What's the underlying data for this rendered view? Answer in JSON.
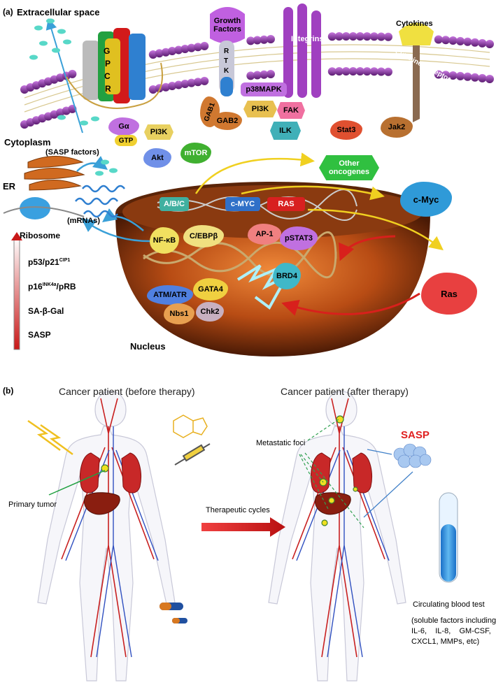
{
  "panel_a": {
    "tag": "(a)",
    "extracellular": "Extracellular space",
    "cytoplasm": "Cytoplasm",
    "nucleus": "Nucleus",
    "er": "ER",
    "ribosome": "Ribosome",
    "sasp_factors": "(SASP factors)",
    "mrnas": "(mRNAs)",
    "gpcr_letters": [
      "G",
      "P",
      "C",
      "R"
    ],
    "rtk_letters": [
      "R",
      "T",
      "K"
    ],
    "growth_factors": "Growth Factors",
    "integrins": "Integrins",
    "cytokines": "Cytokines",
    "cytokine_receptor": "Cytokine Receptor",
    "proteins": {
      "galpha": "Gα",
      "gtp": "GTP",
      "pi3k_left": "PI3K",
      "akt": "Akt",
      "mtor": "mTOR",
      "gab1": "GAB1",
      "gab2": "GAB2",
      "p38mapk": "p38MAPK",
      "pi3k_mid": "PI3K",
      "fak": "FAK",
      "ilk": "ILK",
      "stat3": "Stat3",
      "jak2": "Jak2",
      "other_oncogenes": "Other oncogenes",
      "cmyc_out": "c-Myc",
      "ras_out": "Ras",
      "abc": "A/B/C",
      "cmyc_dna": "c-MYC",
      "ras_dna": "RAS",
      "nfkb": "NF-κB",
      "cebpb": "C/EBPβ",
      "ap1": "AP-1",
      "pstat3": "pSTAT3",
      "brd4": "BRD4",
      "atm_atr": "ATM/ATR",
      "gata4": "GATA4",
      "nbs1": "Nbs1",
      "chk2": "Chk2"
    },
    "markers": {
      "p53": "p53/p21",
      "p53_sup": "CIP1",
      "p16": "p16",
      "p16_sup": "INK4a",
      "p16_rest": "/pRB",
      "sabgal": "SA-β-Gal",
      "sasp": "SASP"
    }
  },
  "panel_b": {
    "tag": "(b)",
    "before": "Cancer patient (before therapy)",
    "after": "Cancer patient (after therapy)",
    "primary_tumor": "Primary tumor",
    "therapeutic_cycles": "Therapeutic cycles",
    "metastatic_foci": "Metastatic foci",
    "sasp": "SASP",
    "blood_test": "Circulating blood test",
    "soluble_line1": "(soluble factors including",
    "soluble_line2": "IL-6,    IL-8,    GM-CSF,",
    "soluble_line3": "CXCL1, MMPs, etc)"
  },
  "colors": {
    "membrane": "#7a2a8c",
    "membrane_tail": "#c9b070",
    "nucleus": "#b8501a",
    "red_arrow": "#d8201c",
    "blue_arrow": "#3aa0d8",
    "yellow_arrow": "#f0d020"
  }
}
